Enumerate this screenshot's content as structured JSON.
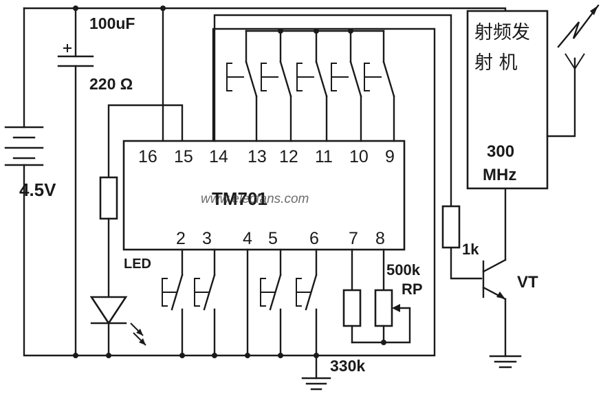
{
  "labels": {
    "capacitor": "100uF",
    "resistor_led": "220 Ω",
    "battery": "4.5V",
    "led": "LED",
    "ic": "TM701",
    "resistor_base": "1k",
    "pot_value": "500k",
    "pot_name": "RP",
    "resistor_bottom": "330k",
    "transistor": "VT",
    "transmitter_line1": "射频发",
    "transmitter_line2": "射  机",
    "frequency_value": "300",
    "frequency_unit": "MHz",
    "watermark": "www.elecfans.com"
  },
  "pins_top": [
    "16",
    "15",
    "14",
    "13",
    "12",
    "11",
    "10",
    "9"
  ],
  "pins_bottom": [
    "2",
    "3",
    "4",
    "5",
    "6",
    "7",
    "8"
  ]
}
